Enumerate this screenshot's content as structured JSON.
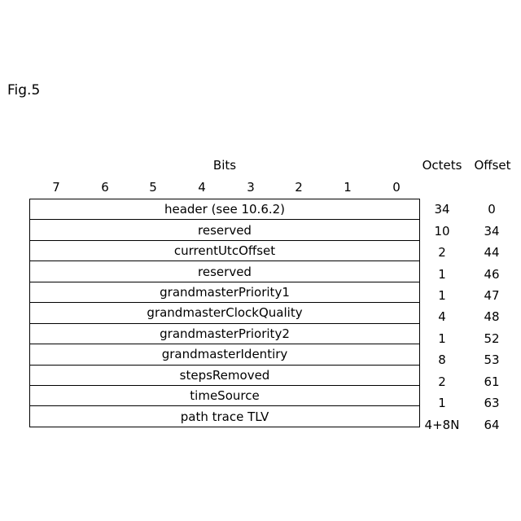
{
  "figure_label": "Fig.5",
  "headers": {
    "bits": "Bits",
    "octets": "Octets",
    "offset": "Offset"
  },
  "bit_numbers": [
    "7",
    "6",
    "5",
    "4",
    "3",
    "2",
    "1",
    "0"
  ],
  "rows": [
    {
      "field": "header (see 10.6.2)",
      "octets": "34",
      "offset": "0"
    },
    {
      "field": "reserved",
      "octets": "10",
      "offset": "34"
    },
    {
      "field": "currentUtcOffset",
      "octets": "2",
      "offset": "44"
    },
    {
      "field": "reserved",
      "octets": "1",
      "offset": "46"
    },
    {
      "field": "grandmasterPriority1",
      "octets": "1",
      "offset": "47"
    },
    {
      "field": "grandmasterClockQuality",
      "octets": "4",
      "offset": "48"
    },
    {
      "field": "grandmasterPriority2",
      "octets": "1",
      "offset": "52"
    },
    {
      "field": "grandmasterIdentiry",
      "octets": "8",
      "offset": "53"
    },
    {
      "field": "stepsRemoved",
      "octets": "2",
      "offset": "61"
    },
    {
      "field": "timeSource",
      "octets": "1",
      "offset": "63"
    },
    {
      "field": "path trace TLV",
      "octets": "4+8N",
      "offset": "64"
    }
  ]
}
